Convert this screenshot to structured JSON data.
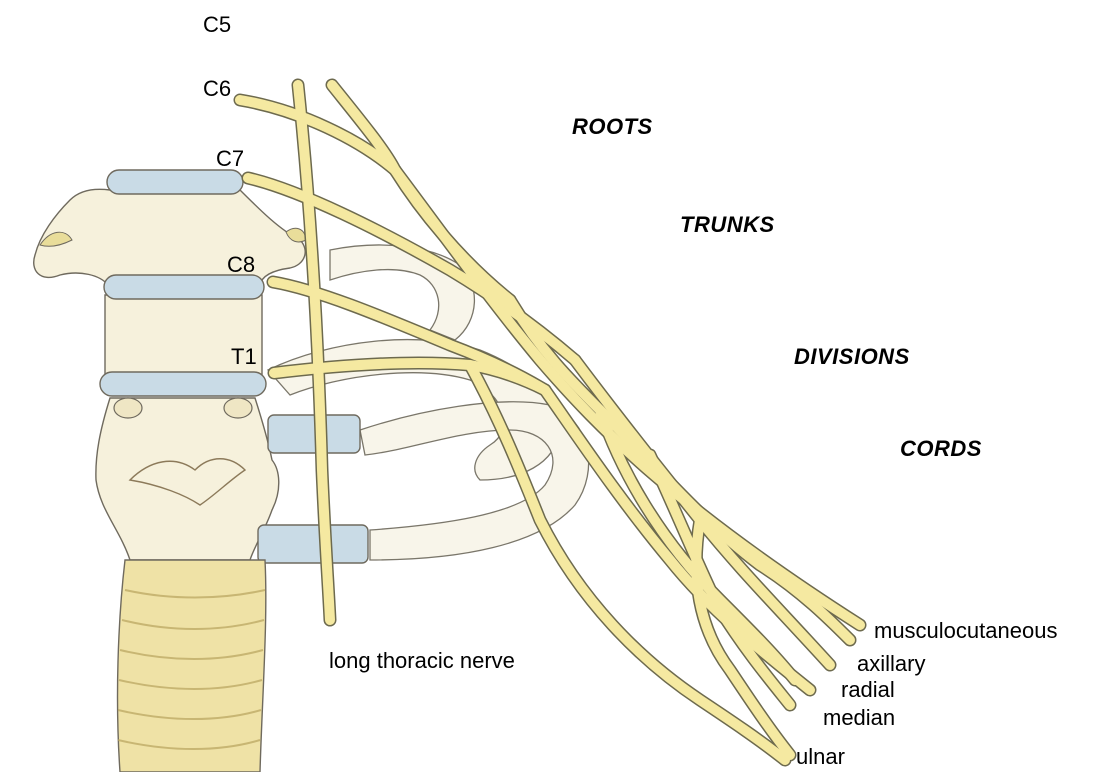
{
  "roots": [
    "C5",
    "C6",
    "C7",
    "C8",
    "T1"
  ],
  "sections": {
    "roots": "ROOTS",
    "trunks": "TRUNKS",
    "divisions": "DIVISIONS",
    "cords": "CORDS"
  },
  "long_thoracic_label": "long thoracic nerve",
  "terminal_branches": [
    "musculocutaneous",
    "axillary",
    "radial",
    "median",
    "ulnar"
  ],
  "colors": {
    "nerve_fill": "#f5e9a1",
    "nerve_outline": "#6d6a4e",
    "disc": "#c9dbe6",
    "bone": "#f6f1dc",
    "trachea": "#efe2a6"
  }
}
